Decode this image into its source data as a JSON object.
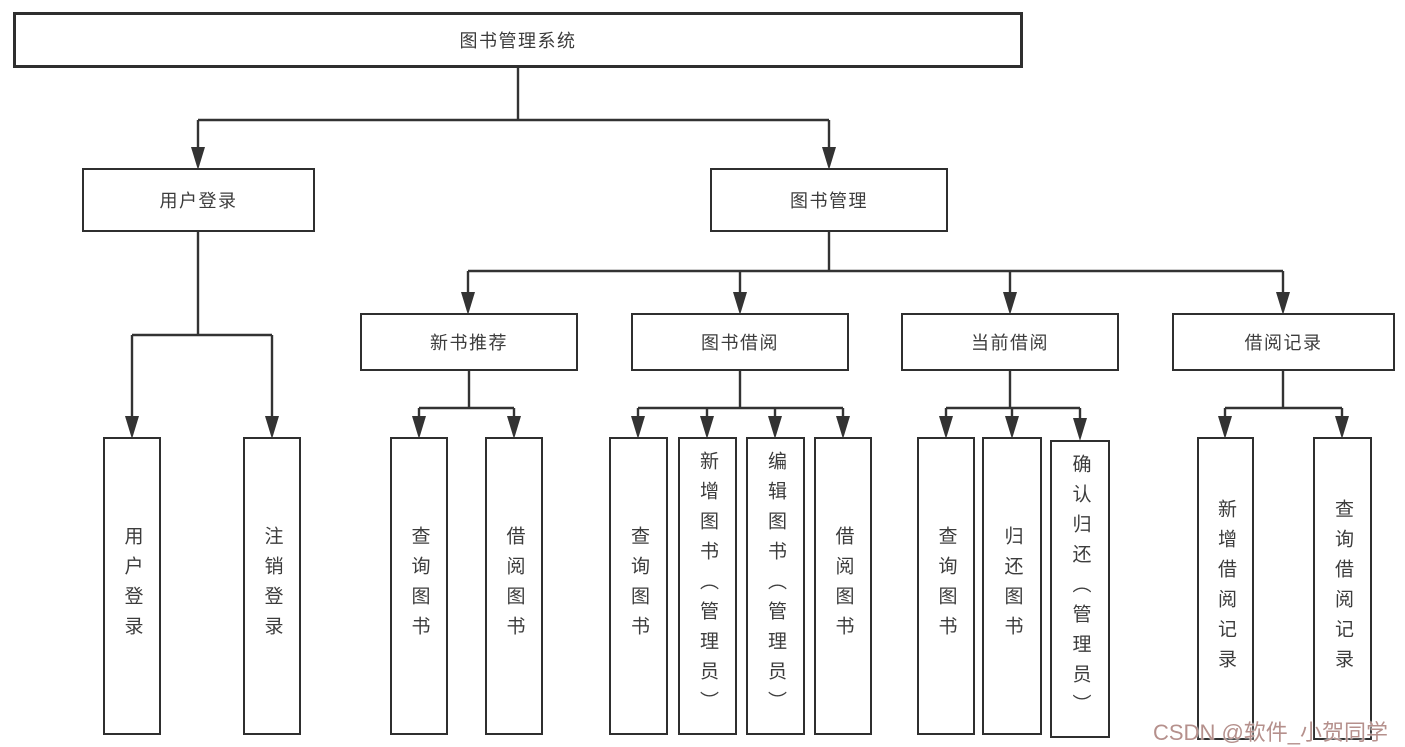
{
  "diagram": {
    "root": "图书管理系统",
    "level2": {
      "user_login": "用户登录",
      "book_mgmt": "图书管理"
    },
    "level3": {
      "new_book_rec": "新书推荐",
      "book_borrow": "图书借阅",
      "current_borrow": "当前借阅",
      "borrow_record": "借阅记录"
    },
    "leaves": {
      "user_login": "用户登录",
      "logout": "注销登录",
      "query_book_1": "查询图书",
      "borrow_book_1": "借阅图书",
      "query_book_2": "查询图书",
      "add_book_admin": "新增图书（管理员）",
      "edit_book_admin": "编辑图书（管理员）",
      "borrow_book_2": "借阅图书",
      "query_book_3": "查询图书",
      "return_book": "归还图书",
      "confirm_return_admin": "确认归还（管理员）",
      "add_borrow_record": "新增借阅记录",
      "query_borrow_record": "查询借阅记录"
    }
  },
  "colors": {
    "box_border": "#2f2f2f",
    "connector": "#333333",
    "text": "#3c3c3c",
    "watermark": "#b5908c",
    "background": "#ffffff"
  },
  "watermark": {
    "text": "CSDN @软件_小贺同学"
  }
}
